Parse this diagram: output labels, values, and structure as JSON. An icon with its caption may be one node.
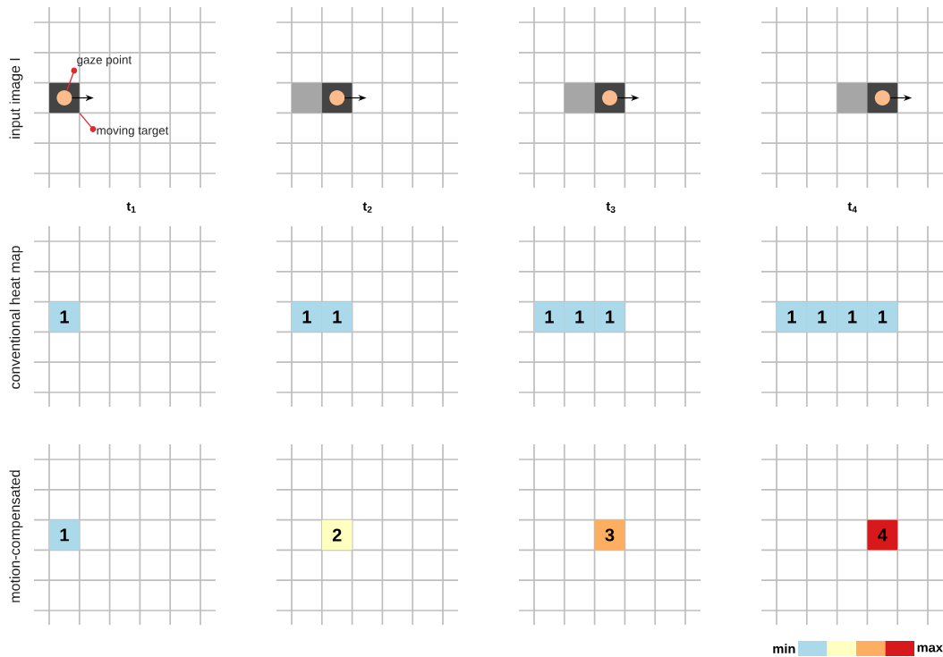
{
  "diagram": {
    "nodes": [
      {
        "text": [
          "gaze point"
        ]
      },
      {
        "text": [],
        "shape": "box"
      },
      {
        "text": [],
        "shape": "circle",
        "in": 1
      },
      {
        "text": [
          "moving target"
        ]
      },
      {
        "text": [],
        "shape": "box"
      },
      {
        "text": [],
        "shape": "box"
      },
      {
        "text": [],
        "shape": "circle",
        "in": 5
      },
      {
        "text": [],
        "shape": "box"
      },
      {
        "text": [],
        "shape": "box"
      },
      {
        "text": [],
        "shape": "circle",
        "in": 8
      },
      {
        "text": [],
        "shape": "box"
      },
      {
        "text": [],
        "shape": "box"
      },
      {
        "text": [],
        "shape": "circle",
        "in": 11
      },
      {
        "text": [
          "1"
        ]
      },
      {
        "text": [
          "1"
        ]
      },
      {
        "text": [
          "1"
        ]
      },
      {
        "text": [
          "1"
        ]
      },
      {
        "text": [
          "1"
        ]
      },
      {
        "text": [
          "1"
        ]
      },
      {
        "text": [
          "1"
        ]
      },
      {
        "text": [
          "1"
        ]
      },
      {
        "text": [
          "1"
        ]
      },
      {
        "text": [
          "1"
        ]
      },
      {
        "text": [
          "1"
        ]
      },
      {
        "text": [
          "2"
        ]
      },
      {
        "text": [
          "3"
        ]
      },
      {
        "text": [
          "4"
        ]
      }
    ],
    "edges": [
      {
        "from": 2,
        "to": 0,
        "arrow": "to"
      },
      {
        "from": 1,
        "to": 3,
        "arrow": "to"
      }
    ],
    "labels": [
      "input image I",
      "t$_{1}$",
      "t$_{2}$",
      "t$_{3}$",
      "t$_{4}$",
      "conventional heat map",
      "motion-compensated"
    ],
    "legend": [
      {
        "text": "min",
        "color": "#abd9e9"
      },
      {
        "text": "max",
        "color": "#d7191c"
      }
    ]
  }
}
